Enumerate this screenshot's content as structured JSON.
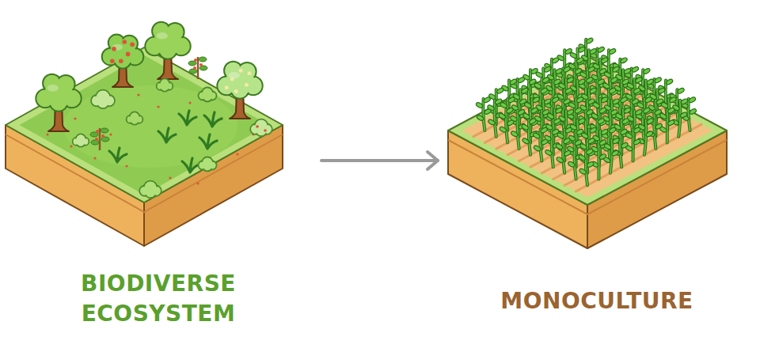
{
  "diagram": {
    "nodes": [
      {
        "text": [
          "BIODIVERSE ECOSYSTEM"
        ]
      },
      {
        "text": [
          "MONOCULTURE"
        ]
      }
    ],
    "edges": [
      {
        "from": 0,
        "to": 1,
        "arrow": "to"
      }
    ]
  }
}
